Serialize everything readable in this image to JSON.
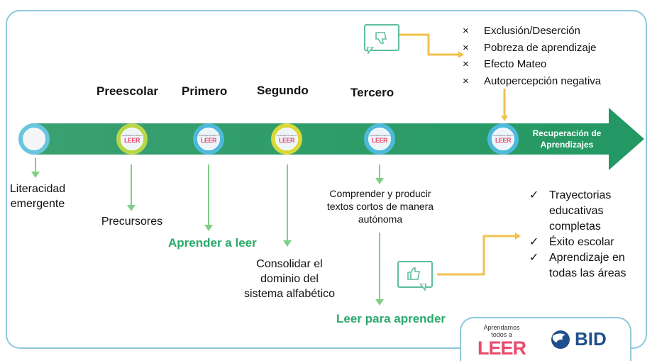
{
  "stages": [
    "Preescolar",
    "Primero",
    "Segundo",
    "Tercero"
  ],
  "milestones": {
    "literacidad": "Literacidad emergente",
    "precursores": "Precursores",
    "aprender_leer": "Aprender a leer",
    "consolidar": "Consolidar el dominio del sistema alfabético",
    "comprender": "Comprender y producir textos cortos de manera autónoma",
    "leer_aprender": "Leer para aprender"
  },
  "recovery": {
    "line1": "Recuperación de",
    "line2": "Aprendizajes"
  },
  "negative_outcomes": [
    "Exclusión/Deserción",
    "Pobreza de aprendizaje",
    "Efecto Mateo",
    "Autopercepción negativa"
  ],
  "positive_outcomes": [
    "Trayectorias educativas completas",
    "Éxito escolar",
    "Aprendizaje en todas las áreas"
  ],
  "markers": {
    "x": "×",
    "check": "✓"
  },
  "logos": {
    "program_top": "Aprendamos todos a",
    "program_word": "LEER",
    "bank": "BID"
  },
  "colors": {
    "arrow": "#2e9c6a",
    "connector_yellow": "#f2c14e",
    "milestone_green": "#2aa86a",
    "frame": "#8fc8dc"
  }
}
